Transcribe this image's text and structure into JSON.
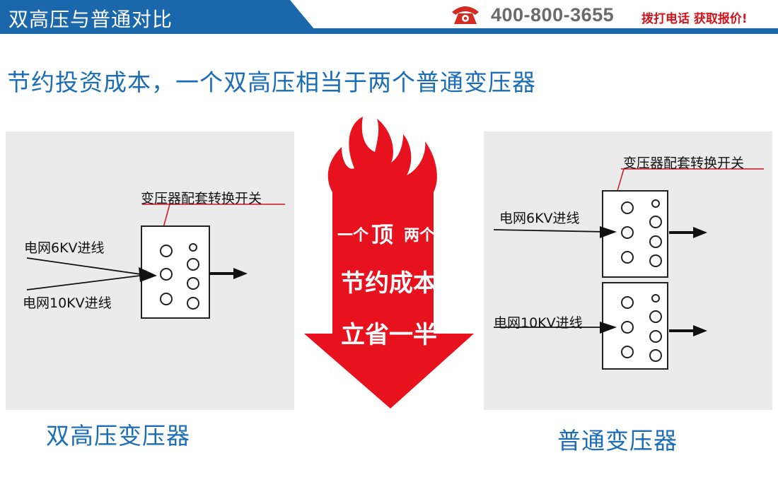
{
  "header": {
    "title": "双高压与普通对比",
    "phone": "400-800-3655",
    "cta": "拨打电话 获取报价!"
  },
  "headline": "节约投资成本，一个双高压相当于两个普通变压器",
  "arrow": {
    "line1_a": "一个",
    "line1_b": "顶",
    "line1_c": "两个",
    "line2": "节约成本",
    "line3": "立省一半"
  },
  "left": {
    "switch_label": "变压器配套转换开关",
    "input_6kv": "电网6KV进线",
    "input_10kv": "电网10KV进线",
    "caption": "双高压变压器"
  },
  "right": {
    "switch_label": "变压器配套转换开关",
    "input_6kv": "电网6KV进线",
    "input_10kv": "电网10KV进线",
    "caption": "普通变压器"
  },
  "colors": {
    "brand_blue": "#1a67ab",
    "text_blue": "#1b6db5",
    "red": "#e8121f",
    "panel_grey": "#ebebeb"
  }
}
